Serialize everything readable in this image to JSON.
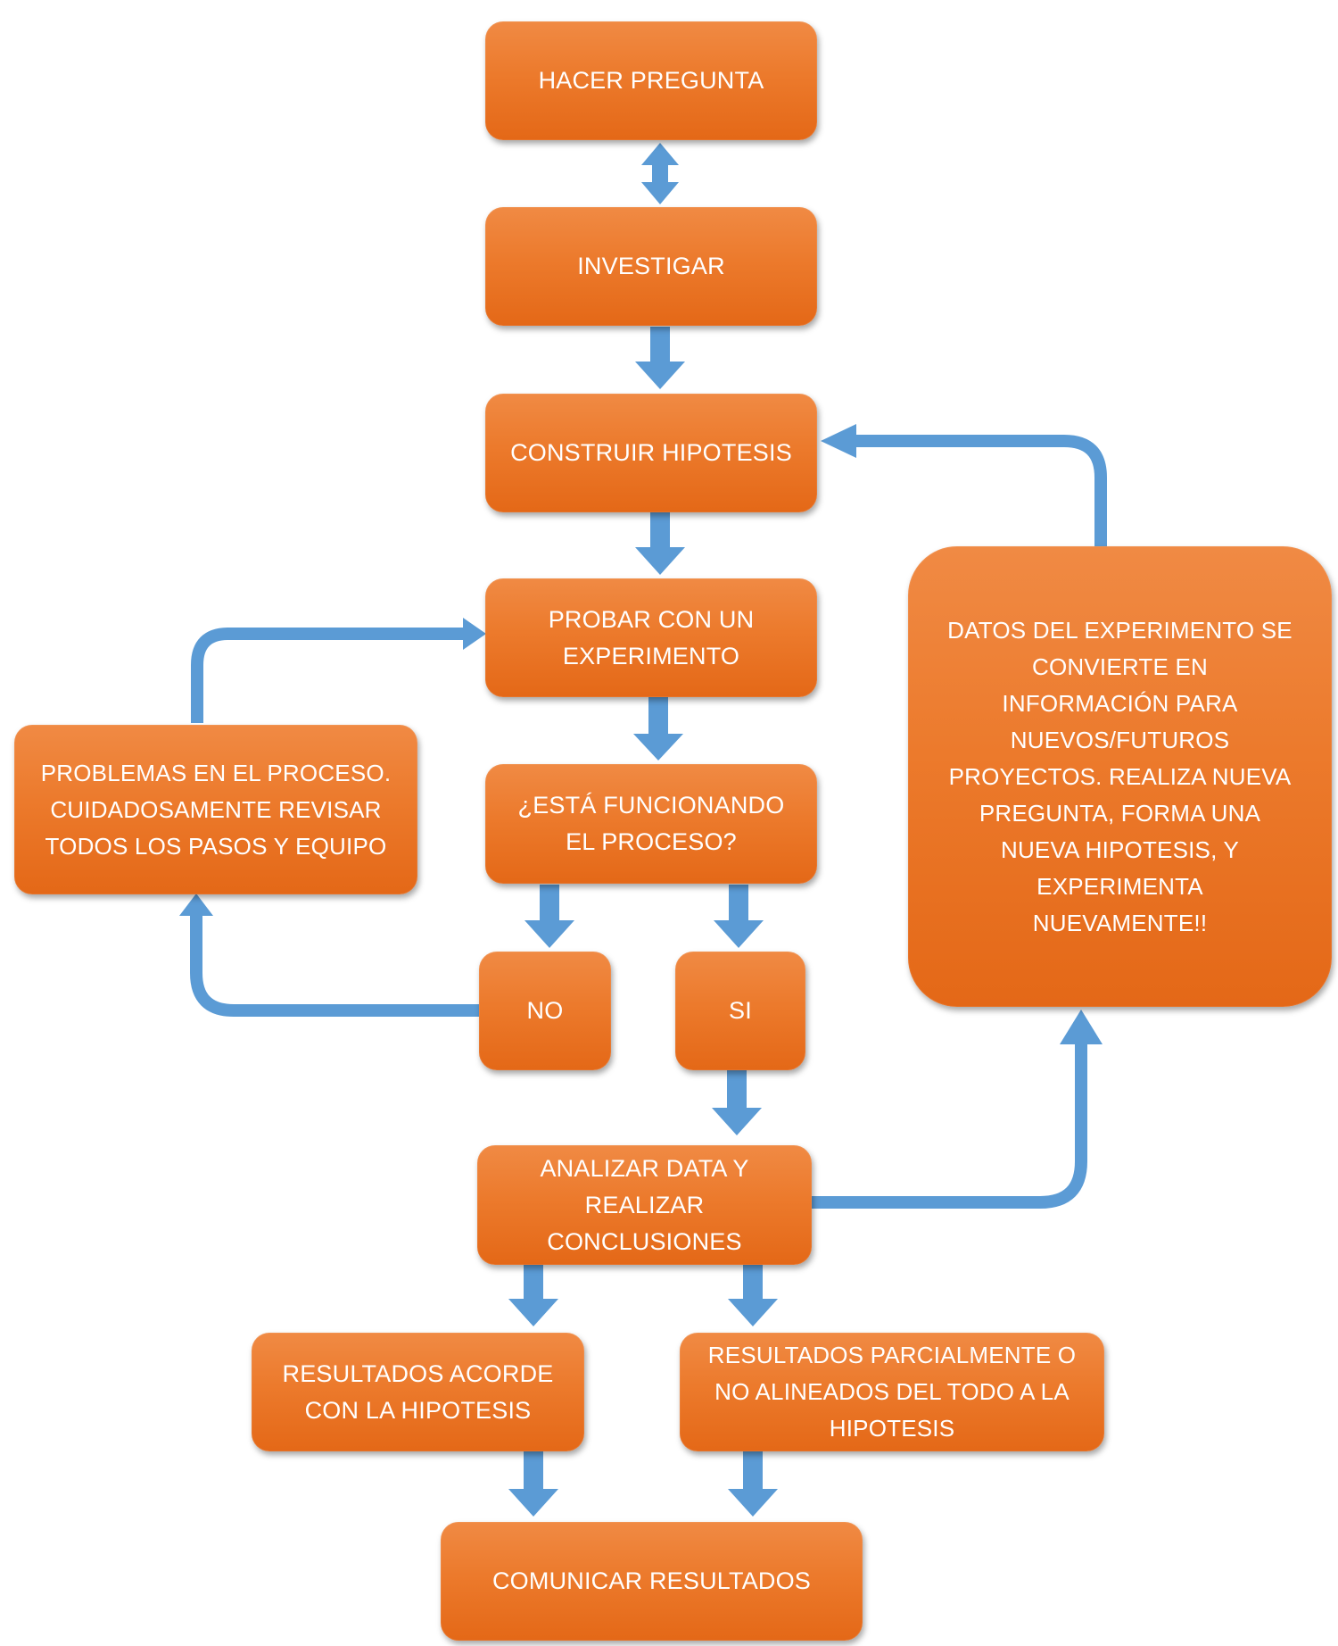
{
  "nodes": {
    "hacer_pregunta": "HACER PREGUNTA",
    "investigar": "INVESTIGAR",
    "construir_hipotesis": "CONSTRUIR HIPOTESIS",
    "probar_experimento": "PROBAR CON UN\nEXPERIMENTO",
    "esta_funcionando": "¿ESTÁ FUNCIONANDO\nEL PROCESO?",
    "problemas_proceso": "PROBLEMAS EN EL PROCESO.\nCUIDADOSAMENTE REVISAR\nTODOS LOS PASOS Y  EQUIPO",
    "no": "NO",
    "si": "SI",
    "datos_experimento": "DATOS DEL EXPERIMENTO SE\nCONVIERTE EN\nINFORMACIÓN PARA\nNUEVOS/FUTUROS\nPROYECTOS. REALIZA NUEVA\nPREGUNTA, FORMA UNA\nNUEVA HIPOTESIS, Y\nEXPERIMENTA\nNUEVAMENTE!!",
    "analizar_data": "ANALIZAR DATA Y\nREALIZAR\nCONCLUSIONES",
    "resultados_acorde": "RESULTADOS ACORDE\nCON LA HIPOTESIS",
    "resultados_parciales": "RESULTADOS PARCIALMENTE O\nNO ALINEADOS DEL TODO A LA\nHIPOTESIS",
    "comunicar_resultados": "COMUNICAR RESULTADOS"
  },
  "colors": {
    "box_fill": "#ec7a2c",
    "box_text": "#ffffff",
    "arrow": "#5b9bd5"
  }
}
